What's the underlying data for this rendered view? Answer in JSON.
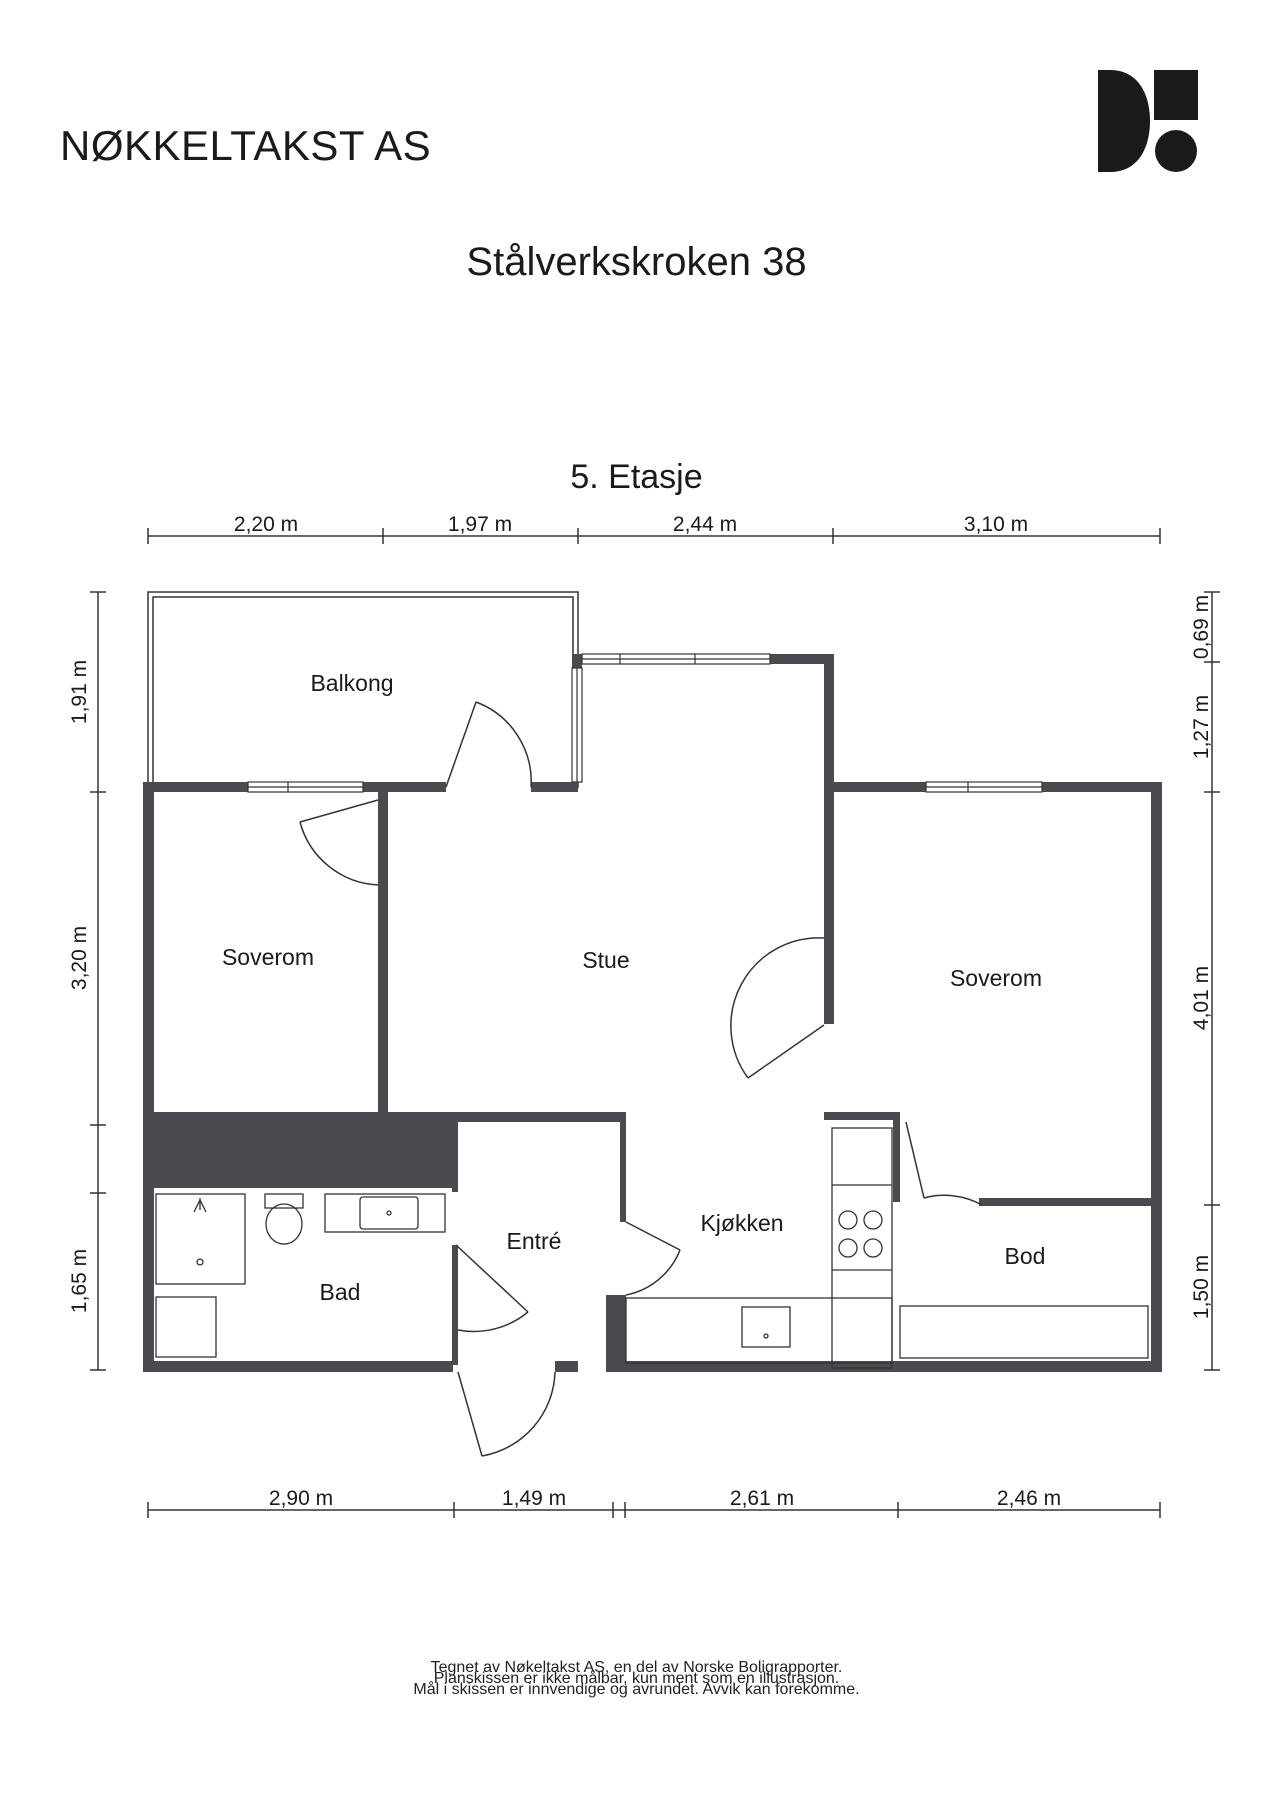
{
  "company": "NØKKELTAKST AS",
  "address": "Stålverkskroken 38",
  "floor": "5. Etasje",
  "rooms": {
    "balkong": "Balkong",
    "soverom_left": "Soverom",
    "stue": "Stue",
    "soverom_right": "Soverom",
    "entre": "Entré",
    "kjokken": "Kjøkken",
    "bad": "Bad",
    "bod": "Bod"
  },
  "dimensions": {
    "top": [
      "2,20 m",
      "1,97 m",
      "2,44 m",
      "3,10 m"
    ],
    "bottom": [
      "2,90 m",
      "1,49 m",
      "2,61 m",
      "2,46 m"
    ],
    "left": [
      "1,91 m",
      "3,20 m",
      "1,65 m"
    ],
    "right": [
      "0,69 m",
      "1,27 m",
      "4,01 m",
      "1,50 m"
    ]
  },
  "footer": [
    "Tegnet av Nøkeltakst AS, en del av Norske Boligrapporter.",
    "Planskissen er ikke målbar, kun ment som en illustrasjon.",
    "Mål i skissen er innvendige og avrundet. Avvik kan forekomme."
  ],
  "colors": {
    "wall": "#4a4b50",
    "text": "#1a1a1a"
  }
}
